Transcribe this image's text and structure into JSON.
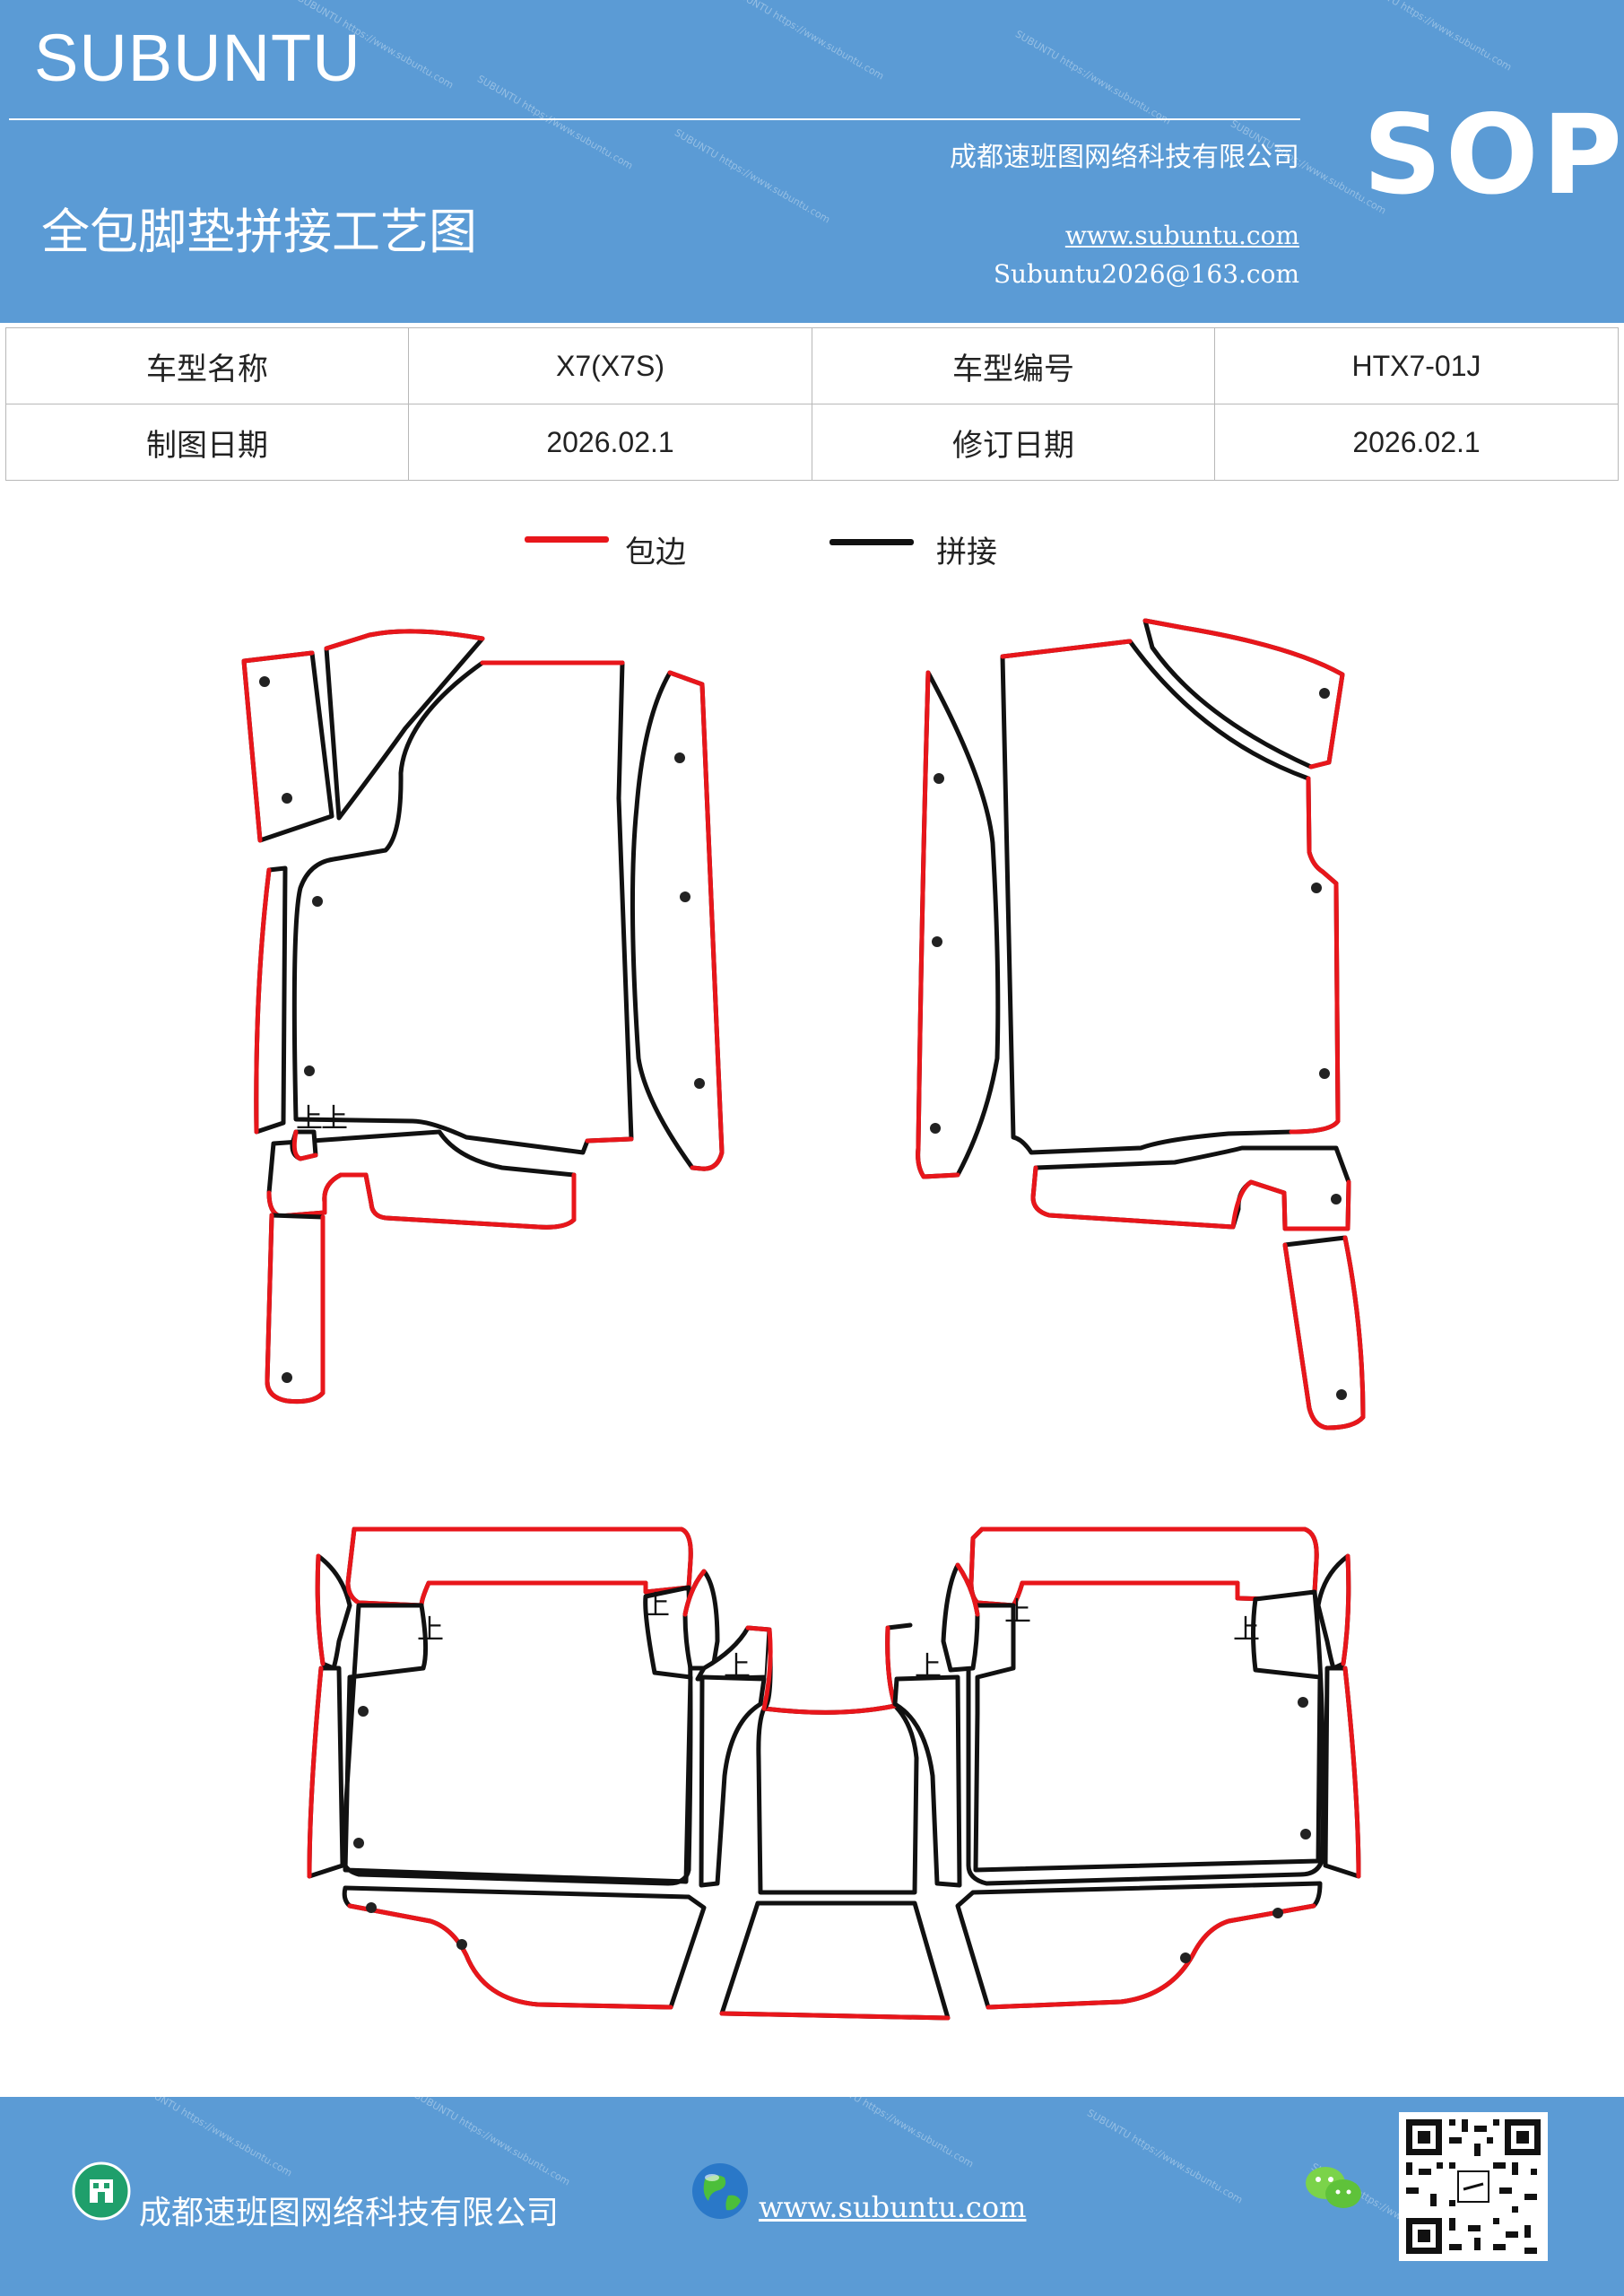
{
  "header": {
    "brand": "SUBUNTU",
    "company": "成都速班图网络科技有限公司",
    "badge": "SOP",
    "title": "全包脚垫拼接工艺图",
    "website": "www.subuntu.com",
    "email": "Subuntu2026@163.com",
    "watermark": "SUBUNTU https://www.subuntu.com"
  },
  "info": {
    "model_name_label": "车型名称",
    "model_name": "X7(X7S)",
    "model_code_label": "车型编号",
    "model_code": "HTX7-01J",
    "draw_date_label": "制图日期",
    "draw_date": "2026.02.1",
    "revise_date_label": "修订日期",
    "revise_date": "2026.02.1"
  },
  "legend": {
    "edge_label": "包边",
    "edge_color": "#e8161b",
    "seam_label": "拼接",
    "seam_color": "#111111"
  },
  "diagram": {
    "up_mark": "上",
    "piece_fill": "#ffffff",
    "hole_color": "#222222"
  },
  "footer": {
    "company": "成都速班图网络科技有限公司",
    "website": "www.subuntu.com",
    "company_icon": "building-icon",
    "web_icon": "globe-icon",
    "chat_icon": "wechat-icon",
    "qr": "qr-code"
  }
}
